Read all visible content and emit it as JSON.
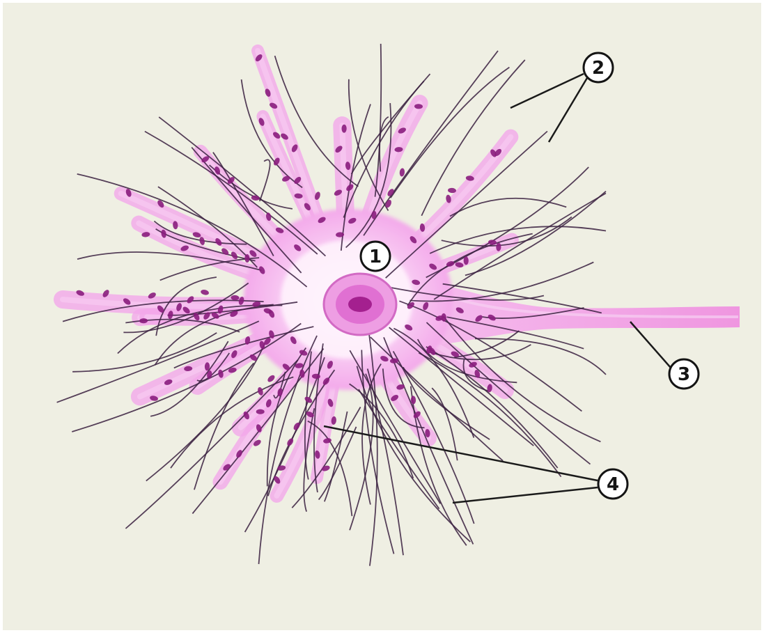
{
  "colors": {
    "border": "#ffffff",
    "background": "#efefe3",
    "cell_body": "#f7c6f2",
    "cell_core": "#fff2fd",
    "dendrite": "#f2a8ea",
    "axon": "#f09be2",
    "nucleus_outer": "#ec8fe0",
    "nucleus_inner": "#c63bb5",
    "nucleolus": "#9c1a8b",
    "fiber": "#3a2040",
    "bouton": "#8a1d7d",
    "label_fill": "#ffffff",
    "label_stroke": "#141414",
    "leader": "#1a1a1a"
  },
  "labels": [
    {
      "id": "nucleus",
      "number": "1"
    },
    {
      "id": "synaptic-terminals",
      "number": "2"
    },
    {
      "id": "axon",
      "number": "3"
    },
    {
      "id": "presynaptic-fibers",
      "number": "4"
    }
  ]
}
